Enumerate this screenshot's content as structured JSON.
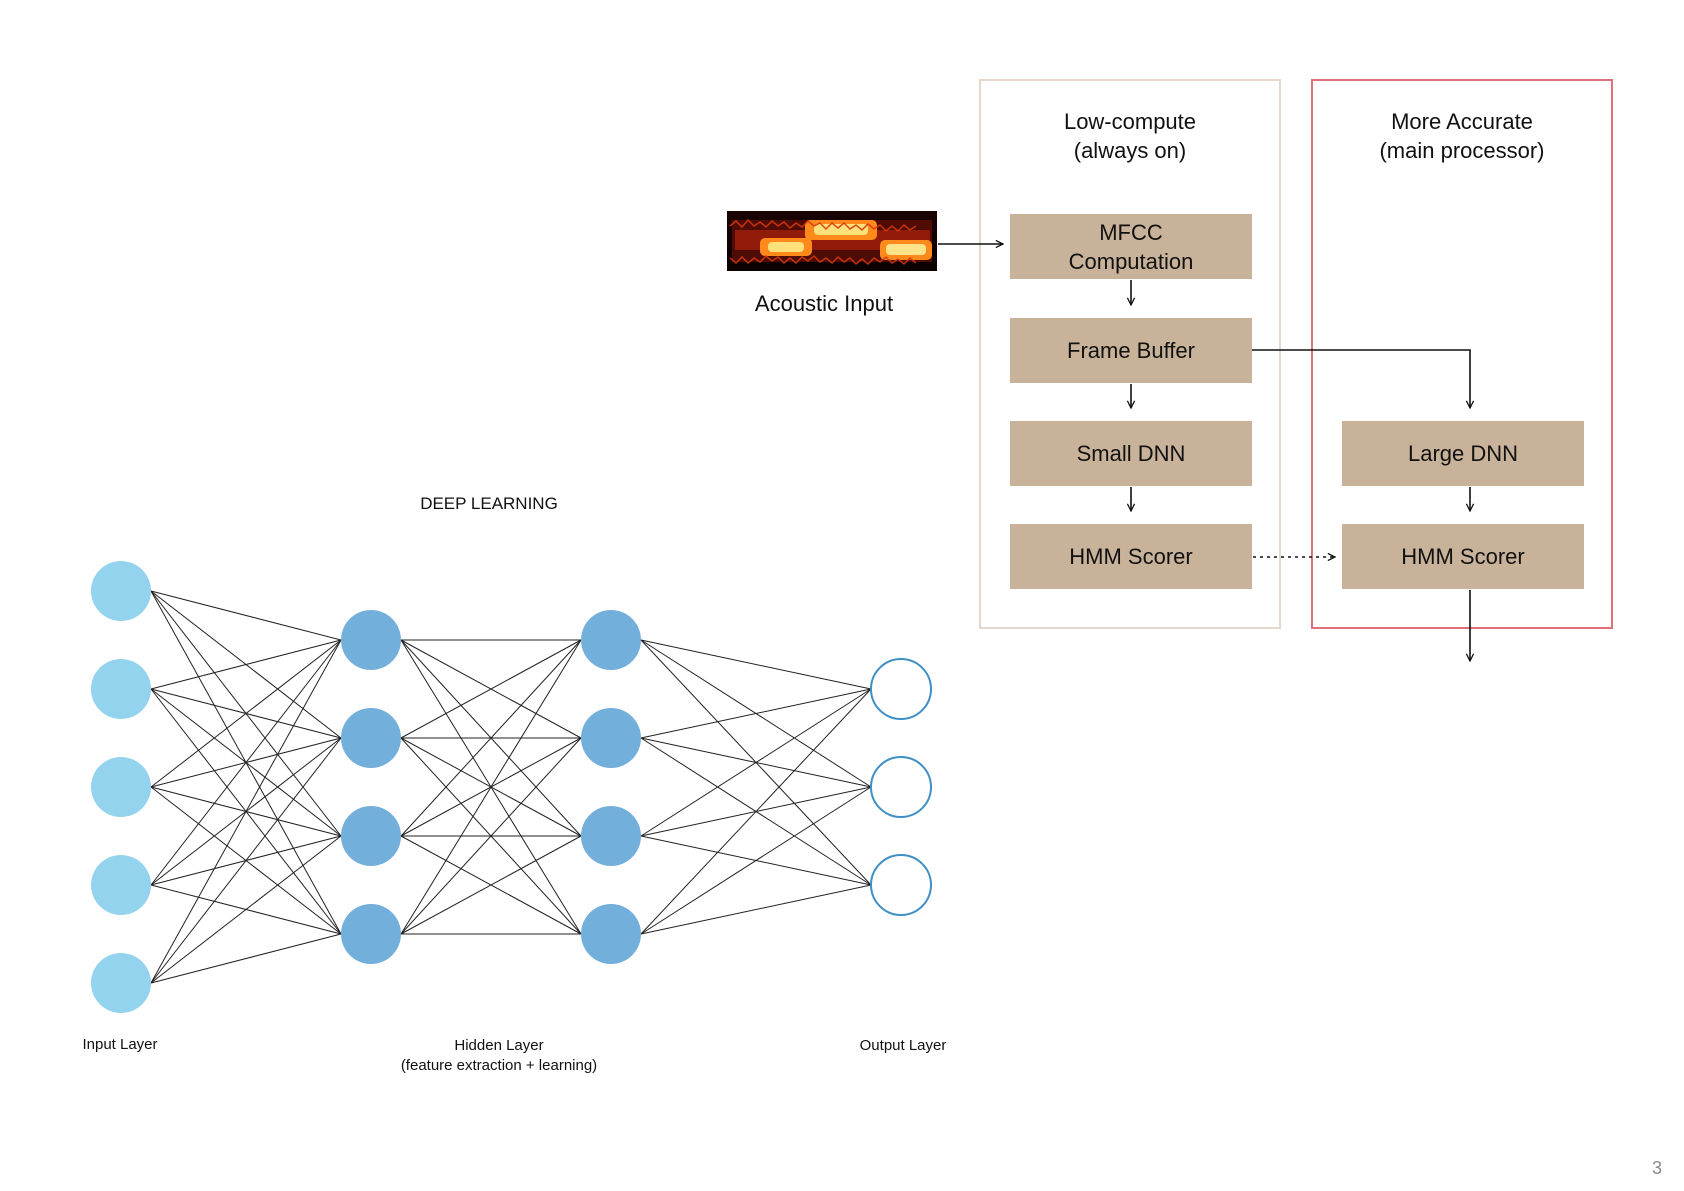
{
  "page_number": "3",
  "pipeline": {
    "acoustic_input_label": "Acoustic Input",
    "panels": {
      "low_compute": {
        "title_line1": "Low-compute",
        "title_line2": "(always on)",
        "border_color": "#e6d6cb"
      },
      "accurate": {
        "title_line1": "More Accurate",
        "title_line2": "(main processor)",
        "border_color": "#e0707a"
      }
    },
    "boxes": {
      "mfcc_line1": "MFCC",
      "mfcc_line2": "Computation",
      "frame_buffer": "Frame Buffer",
      "small_dnn": "Small DNN",
      "hmm_scorer_low": "HMM Scorer",
      "large_dnn": "Large DNN",
      "hmm_scorer_accurate": "HMM Scorer"
    },
    "box_fill": "#c8b39a"
  },
  "network": {
    "title": "DEEP LEARNING",
    "input_label": "Input Layer",
    "hidden_label_line1": "Hidden Layer",
    "hidden_label_line2": "(feature extraction + learning)",
    "output_label": "Output Layer",
    "layer_sizes": [
      5,
      4,
      4,
      3
    ],
    "colors": {
      "input": "#93d3ee",
      "hidden": "#72afdb",
      "output_stroke": "#3f8fc6",
      "output_fill": "#ffffff",
      "edge": "#222222"
    }
  }
}
